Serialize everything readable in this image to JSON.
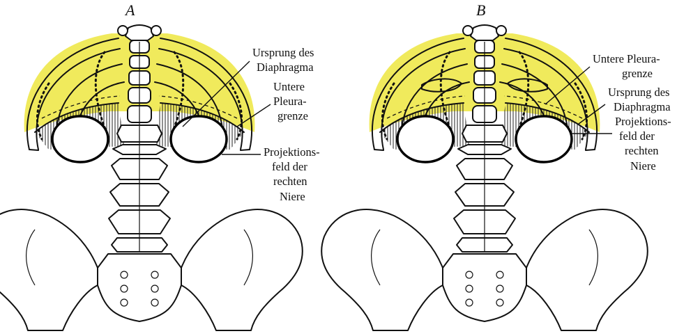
{
  "figure": {
    "colors": {
      "pleura_fill": "#f0ea5c",
      "ink": "#111111",
      "background": "#ffffff"
    },
    "panels": [
      {
        "letter": "A",
        "labels": {
          "ursprung_1": "Ursprung des",
          "ursprung_2": "Diaphragma",
          "pleura_1": "Untere",
          "pleura_2": "Pleura-",
          "pleura_3": "grenze",
          "proj_1": "Projektions-",
          "proj_2": "feld der",
          "proj_3": "rechten",
          "proj_4": "Niere"
        }
      },
      {
        "letter": "B",
        "labels": {
          "pleura_1": "Untere Pleura-",
          "pleura_2": "grenze",
          "ursprung_1": "Ursprung des",
          "ursprung_2": "Diaphragma",
          "proj_1": "Projektions-",
          "proj_2": "feld der",
          "proj_3": "rechten",
          "proj_4": "Niere"
        }
      }
    ]
  }
}
